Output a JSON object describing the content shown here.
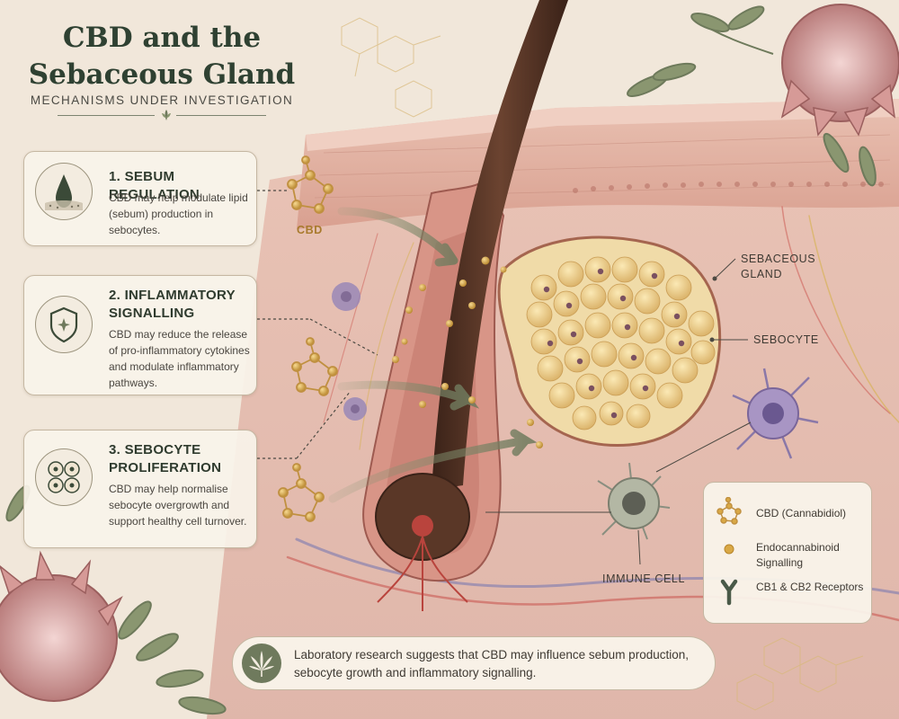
{
  "header": {
    "title_line1": "CBD and the",
    "title_line2": "Sebaceous Gland",
    "subtitle": "MECHANISMS UNDER INVESTIGATION"
  },
  "mechanisms": [
    {
      "title": "1. SEBUM REGULATION",
      "text": "CBD may help modulate lipid (sebum) production in sebocytes.",
      "icon": "sebum-droplet-icon"
    },
    {
      "title": "2. INFLAMMATORY SIGNALLING",
      "text": "CBD may reduce the release of pro-inflammatory cytokines and modulate inflammatory pathways.",
      "icon": "shield-icon"
    },
    {
      "title": "3. SEBOCYTE PROLIFERATION",
      "text": "CBD may help normalise sebocyte overgrowth and support healthy cell turnover.",
      "icon": "cell-cluster-icon"
    }
  ],
  "diagram_labels": {
    "cbd": "CBD",
    "sebaceous_gland": "SEBACEOUS GLAND",
    "sebocyte": "SEBOCYTE",
    "immune_cell": "IMMUNE CELL"
  },
  "legend": [
    {
      "label": "CBD (Cannabidiol)",
      "icon": "cbd-molecule-icon"
    },
    {
      "label": "Endocannabinoid Signalling",
      "icon": "signalling-dot-icon"
    },
    {
      "label": "CB1 & CB2 Receptors",
      "icon": "receptor-icon"
    }
  ],
  "note": {
    "text": "Laboratory research suggests that CBD may influence sebum production, sebocyte growth and inflammatory signalling.",
    "icon": "cannabis-leaf-icon"
  },
  "colors": {
    "background": "#f1e7da",
    "title": "#2f4132",
    "skin": "#e2b4a6",
    "hair": "#4a2e20",
    "gold": "#c79a3e",
    "sage": "#6f7a5d"
  }
}
